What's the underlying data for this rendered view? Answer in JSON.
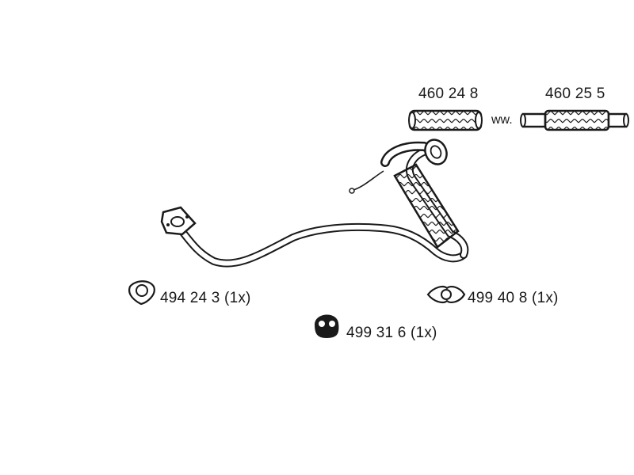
{
  "parts": {
    "flex_pipe_a": {
      "number": "460 24 8"
    },
    "connector": {
      "text": "ww."
    },
    "flex_pipe_b": {
      "number": "460 25 5"
    },
    "gasket_front": {
      "number": "494 24 3",
      "qty": "(1x)"
    },
    "gasket_rear": {
      "number": "499 40 8",
      "qty": "(1x)"
    },
    "rubber_mount": {
      "number": "499 31 6",
      "qty": "(1x)"
    }
  },
  "icons": {
    "gasket_front": "triangular-flange-gasket-icon",
    "gasket_rear": "oval-flange-gasket-icon",
    "rubber_mount": "rubber-hanger-icon",
    "flex_pipe_a": "flexible-pipe-icon",
    "flex_pipe_b": "flexible-pipe-with-sleeves-icon"
  },
  "colors": {
    "ink": "#1a1a1a",
    "background": "#ffffff"
  }
}
